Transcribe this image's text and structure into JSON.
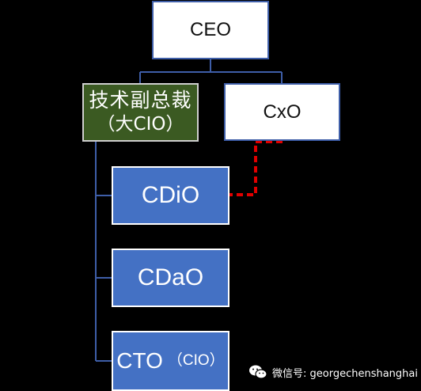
{
  "org_chart": {
    "ceo": "CEO",
    "cxo": "CxO",
    "tech_vp": {
      "line1": "技术副总裁",
      "line2": "（大CIO）"
    },
    "cdio": "CDiO",
    "cdao": "CDaO",
    "cto": {
      "main": "CTO",
      "sub": "（CIO）"
    }
  },
  "watermark": {
    "icon": "wechat-icon",
    "text": "微信号: georgechenshanghai"
  },
  "colors": {
    "background": "#000000",
    "connector": "#3e5ea8",
    "dashed_link": "#e00000",
    "tech_vp_fill": "#3b5a22",
    "child_fill": "#4471c4"
  }
}
